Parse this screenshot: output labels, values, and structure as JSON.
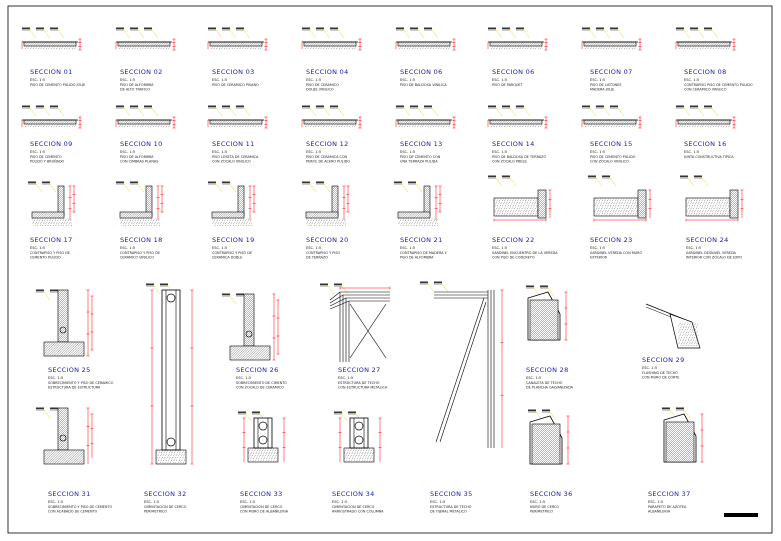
{
  "colors": {
    "line": "#000000",
    "dimension": "#ff0000",
    "label_leader": "#ffd200",
    "title": "#1a1aa6",
    "hatch": "#333333"
  },
  "sheet": {
    "sections": [
      {
        "id": "01",
        "title": "SECCION 01",
        "scale": "ESC. 1:5",
        "desc": [
          "PISO DE CEMENTO PULIDO JOLJE"
        ]
      },
      {
        "id": "02",
        "title": "SECCION 02",
        "scale": "ESC. 1:5",
        "desc": [
          "PISO DE ALFOMBRA",
          "DE ALTO TRAFICO"
        ]
      },
      {
        "id": "03",
        "title": "SECCION 03",
        "scale": "ESC. 1:5",
        "desc": [
          "PISO DE CERAMICO PISANO"
        ]
      },
      {
        "id": "04",
        "title": "SECCION 04",
        "scale": "ESC. 1:5",
        "desc": [
          "PISO DE CERAMICO",
          "DOLBE VINILICO"
        ]
      },
      {
        "id": "06",
        "title": "SECCION 06",
        "scale": "ESC. 1:5",
        "desc": [
          "PISO DE BALDOSA VINILICA"
        ]
      },
      {
        "id": "06b",
        "title": "SECCION 06",
        "scale": "ESC. 1:5",
        "desc": [
          "PISO DE PARQUET"
        ]
      },
      {
        "id": "07",
        "title": "SECCION 07",
        "scale": "ESC. 1:5",
        "desc": [
          "PISO DE LISTONES",
          "MADERA JOLJE"
        ]
      },
      {
        "id": "08",
        "title": "SECCION 08",
        "scale": "ESC. 1:5",
        "desc": [
          "CONTRAPISO PISO DE CEMENTO PULIDO",
          "CON CERAMICO VINILICO"
        ]
      },
      {
        "id": "09",
        "title": "SECCION 09",
        "scale": "ESC. 1:5",
        "desc": [
          "PISO DE CEMENTO",
          "PULIDO Y BRUÑADO"
        ]
      },
      {
        "id": "10",
        "title": "SECCION 10",
        "scale": "ESC. 1:5",
        "desc": [
          "PISO DE ALFOMBRA",
          "CON CIMBRAS PLANAS"
        ]
      },
      {
        "id": "11",
        "title": "SECCION 11",
        "scale": "ESC. 1:5",
        "desc": [
          "PISO LOSETA DE CERAMICA",
          "CON ZOCALO VINILICO"
        ]
      },
      {
        "id": "12",
        "title": "SECCION 12",
        "scale": "ESC. 1:5",
        "desc": [
          "PISO DE CERAMICA CON",
          "PERFIL DE ACERO PULIDO"
        ]
      },
      {
        "id": "13",
        "title": "SECCION 13",
        "scale": "ESC. 1:5",
        "desc": [
          "PISO DE CEMENTO CON",
          "UNA TERRAZA PULIDA"
        ]
      },
      {
        "id": "14",
        "title": "SECCION 14",
        "scale": "ESC. 1:5",
        "desc": [
          "PISO DE BALDOSA DE TERRAZO",
          "CON ZOCALO PRESS"
        ]
      },
      {
        "id": "15",
        "title": "SECCION 15",
        "scale": "ESC. 1:5",
        "desc": [
          "PISO DE CEMENTO PULIDO",
          "CON ZOCALO VINILICO"
        ]
      },
      {
        "id": "16",
        "title": "SECCION 16",
        "scale": "ESC. 1:5",
        "desc": [
          "JUNTA CONSTRUCTIVA TIPICA"
        ]
      },
      {
        "id": "17",
        "title": "SECCION 17",
        "scale": "ESC. 1:5",
        "desc": [
          "CONTRAPISO Y PISO DE",
          "CEMENTO PULIDO"
        ]
      },
      {
        "id": "18",
        "title": "SECCION 18",
        "scale": "ESC. 1:5",
        "desc": [
          "CONTRAPISO Y PISO DE",
          "CERAMICO VINILICO"
        ]
      },
      {
        "id": "19",
        "title": "SECCION 19",
        "scale": "ESC. 1:5",
        "desc": [
          "CONTRAPISO Y PISO DE",
          "CERAMICA DOBLE"
        ]
      },
      {
        "id": "20",
        "title": "SECCION 20",
        "scale": "ESC. 1:5",
        "desc": [
          "CONTRAPISO Y PISO",
          "DE TERRAZO"
        ]
      },
      {
        "id": "21",
        "title": "SECCION 21",
        "scale": "ESC. 1:5",
        "desc": [
          "CONTRAPISO DE MADERA Y",
          "PISO DE ALFOMBRA"
        ]
      },
      {
        "id": "22",
        "title": "SECCION 22",
        "scale": "ESC. 1:5",
        "desc": [
          "SARDINEL ENCUENTRO DE LA VEREDA",
          "CON PISO DE CONCRETO"
        ]
      },
      {
        "id": "23",
        "title": "SECCION 23",
        "scale": "ESC. 1:5",
        "desc": [
          "SARDINEL VEREDA CON MURO",
          "EXTERIOR"
        ]
      },
      {
        "id": "24",
        "title": "SECCION 24",
        "scale": "ESC. 1:5",
        "desc": [
          "SARDINEL DESNIVEL VEREDA",
          "INTERIOR CON ZOCALO DE EXPO"
        ]
      },
      {
        "id": "25",
        "title": "SECCION 25",
        "scale": "ESC. 1:5",
        "desc": [
          "SOBRECIMIENTO Y PISO DE CERAMICO",
          "ESTRUCTURA DE ESTRUCTURA"
        ]
      },
      {
        "id": "26",
        "title": "SECCION 26",
        "scale": "ESC. 1:5",
        "desc": [
          "SOBRECIMIENTO DE CIMENTO",
          "CON ZOCALO DE CERAMICO"
        ]
      },
      {
        "id": "27",
        "title": "SECCION 27",
        "scale": "ESC. 1:5",
        "desc": [
          "ESTRUCTURA DE TECHO",
          "CON ESTRUCTURA METALICA"
        ]
      },
      {
        "id": "28",
        "title": "SECCION 28",
        "scale": "ESC. 1:5",
        "desc": [
          "CANALETA DE TECHO",
          "DE PLANCHA GALVANIZADA"
        ]
      },
      {
        "id": "29",
        "title": "SECCION 29",
        "scale": "ESC. 1:5",
        "desc": [
          "FLASHING DE TECHO",
          "CON MURO DE CORTE"
        ]
      },
      {
        "id": "31",
        "title": "SECCION 31",
        "scale": "ESC. 1:5",
        "desc": [
          "SOBRECIMIENTO Y PISO DE CEMENTO",
          "CON ACABADO DE CEMENTO"
        ]
      },
      {
        "id": "32",
        "title": "SECCION 32",
        "scale": "ESC. 1:5",
        "desc": [
          "CIMENTACION DE CERCO",
          "PERIMETRICO"
        ]
      },
      {
        "id": "33",
        "title": "SECCION 33",
        "scale": "ESC. 1:5",
        "desc": [
          "CIMENTACION DE CERCO",
          "CON MURO DE ALBAÑILERIA"
        ]
      },
      {
        "id": "34",
        "title": "SECCION 34",
        "scale": "ESC. 1:5",
        "desc": [
          "CIMENTACION DE CERCO",
          "ARRIOSTRADO CON COLUMNA"
        ]
      },
      {
        "id": "35",
        "title": "SECCION 35",
        "scale": "ESC. 1:5",
        "desc": [
          "ESTRUCTURA DE TECHO",
          "DE TIJERAL METALICO"
        ]
      },
      {
        "id": "36",
        "title": "SECCION 36",
        "scale": "ESC. 1:5",
        "desc": [
          "MURO DE CERCO",
          "PERIMETRICO"
        ]
      },
      {
        "id": "37",
        "title": "SECCION 37",
        "scale": "ESC. 1:5",
        "desc": [
          "PARAPETO DE AZOTEA",
          "ALBAÑILERIA"
        ]
      }
    ]
  }
}
